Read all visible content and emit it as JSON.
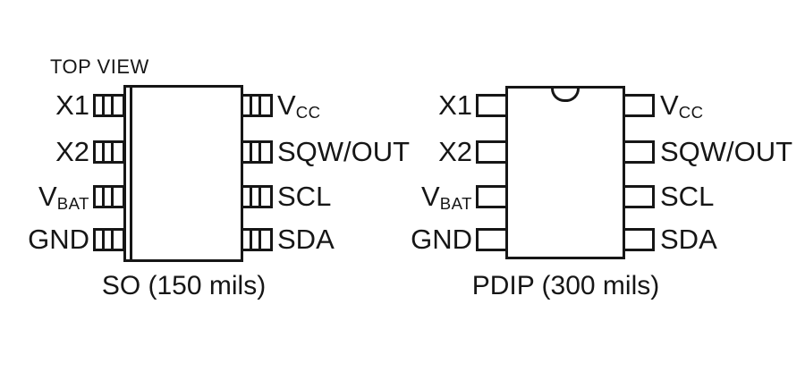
{
  "top_view_label": "TOP VIEW",
  "colors": {
    "ink": "#161616",
    "background": "#ffffff"
  },
  "packages": {
    "so": {
      "caption": "SO (150 mils)",
      "pin_lead_style": "striped",
      "left_pins": [
        {
          "main": "X1",
          "sub": ""
        },
        {
          "main": "X2",
          "sub": ""
        },
        {
          "main": "V",
          "sub": "BAT"
        },
        {
          "main": "GND",
          "sub": ""
        }
      ],
      "right_pins": [
        {
          "main": "V",
          "sub": "CC"
        },
        {
          "main": "SQW/OUT",
          "sub": ""
        },
        {
          "main": "SCL",
          "sub": ""
        },
        {
          "main": "SDA",
          "sub": ""
        }
      ]
    },
    "pdip": {
      "caption": "PDIP (300 mils)",
      "pin_lead_style": "plain",
      "left_pins": [
        {
          "main": "X1",
          "sub": ""
        },
        {
          "main": "X2",
          "sub": ""
        },
        {
          "main": "V",
          "sub": "BAT"
        },
        {
          "main": "GND",
          "sub": ""
        }
      ],
      "right_pins": [
        {
          "main": "V",
          "sub": "CC"
        },
        {
          "main": "SQW/OUT",
          "sub": ""
        },
        {
          "main": "SCL",
          "sub": ""
        },
        {
          "main": "SDA",
          "sub": ""
        }
      ]
    }
  }
}
